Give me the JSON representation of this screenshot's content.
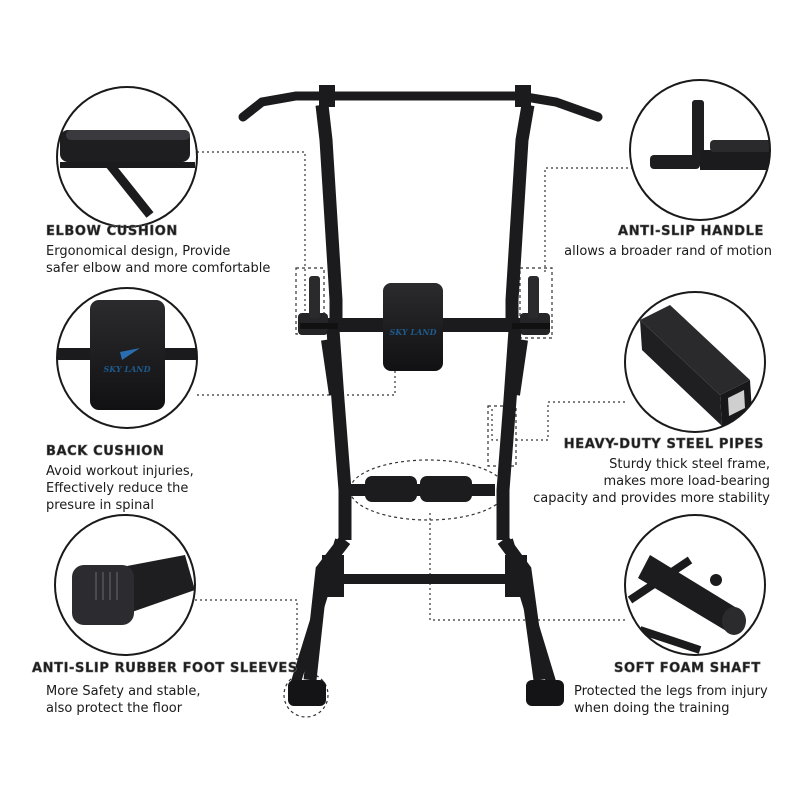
{
  "brand": {
    "logo_text": "SKY LAND",
    "accent_color": "#2a6db0"
  },
  "features": [
    {
      "title": "ELBOW CUSHION",
      "lines": [
        "Ergonomical design, Provide",
        "safer elbow and more comfortable"
      ],
      "icon": "elbow-cushion-icon"
    },
    {
      "title": "ANTI-SLIP HANDLE",
      "lines": [
        "allows a broader rand of motion"
      ],
      "icon": "handle-icon"
    },
    {
      "title": "BACK CUSHION",
      "lines": [
        "Avoid workout injuries,",
        "Effectively reduce the",
        "presure in spinal"
      ],
      "icon": "back-cushion-icon"
    },
    {
      "title": "HEAVY-DUTY STEEL PIPES",
      "lines": [
        "Sturdy thick steel frame,",
        "makes more load-bearing",
        "capacity and provides more stability"
      ],
      "icon": "steel-pipe-icon"
    },
    {
      "title": "ANTI-SLIP RUBBER FOOT SLEEVES",
      "lines": [
        "More Safety and stable,",
        "also protect the floor"
      ],
      "icon": "foot-sleeve-icon"
    },
    {
      "title": "SOFT FOAM SHAFT",
      "lines": [
        "Protected the legs from injury",
        "when doing the training"
      ],
      "icon": "foam-shaft-icon"
    }
  ],
  "colors": {
    "frame": "#1b1b1d",
    "frame_highlight": "#3a3a3e",
    "text": "#1a1a1a",
    "connector": "#333333"
  }
}
